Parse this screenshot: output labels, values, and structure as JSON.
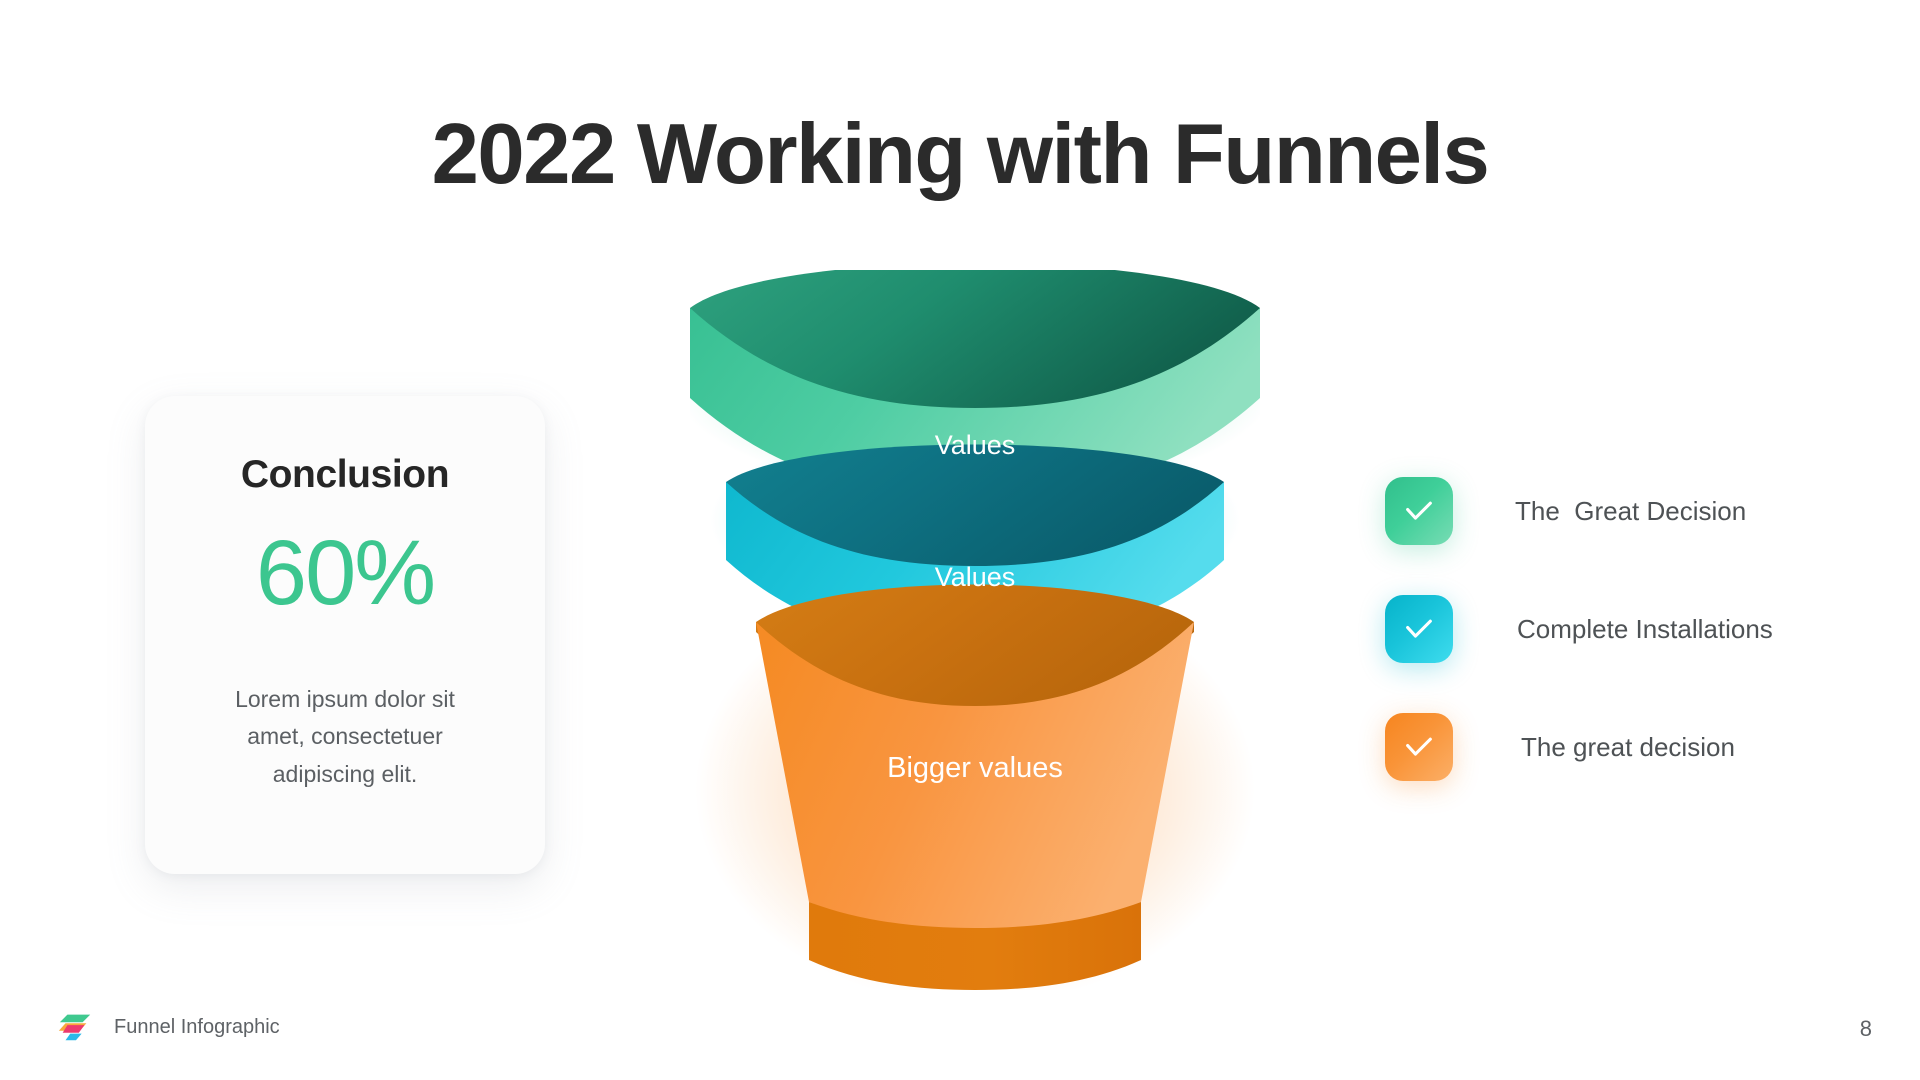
{
  "slide": {
    "title": "2022 Working with Funnels",
    "page_number": "8",
    "background_color": "#ffffff"
  },
  "conclusion": {
    "heading": "Conclusion",
    "value": "60%",
    "value_color": "#3cc68f",
    "body": "Lorem ipsum dolor sit amet, consectetuer adipiscing elit."
  },
  "funnel": {
    "stages": [
      {
        "label": "Values",
        "color_top": "#1f8468",
        "color_front": "#46c8a0",
        "shape": "ring"
      },
      {
        "label": "Values",
        "color_top": "#11778a",
        "color_front": "#18c0d6",
        "shape": "ring"
      },
      {
        "label": "Bigger values",
        "color_top": "#cc7310",
        "color_front": "#f8953a",
        "color_base": "#e07a0c",
        "shape": "cone"
      }
    ]
  },
  "legend": {
    "items": [
      {
        "label": "The  Great Decision",
        "icon": "check-icon",
        "color": "#3ec698"
      },
      {
        "label": "Complete Installations",
        "icon": "check-icon",
        "color": "#0cb6cd"
      },
      {
        "label": "The great decision",
        "icon": "check-icon",
        "color": "#f78b2d"
      }
    ]
  },
  "footer": {
    "brand_name": "Funnel Infographic",
    "logo_colors": [
      "#3fc98f",
      "#f7a83c",
      "#ec3a6e",
      "#2bb9e8"
    ]
  }
}
